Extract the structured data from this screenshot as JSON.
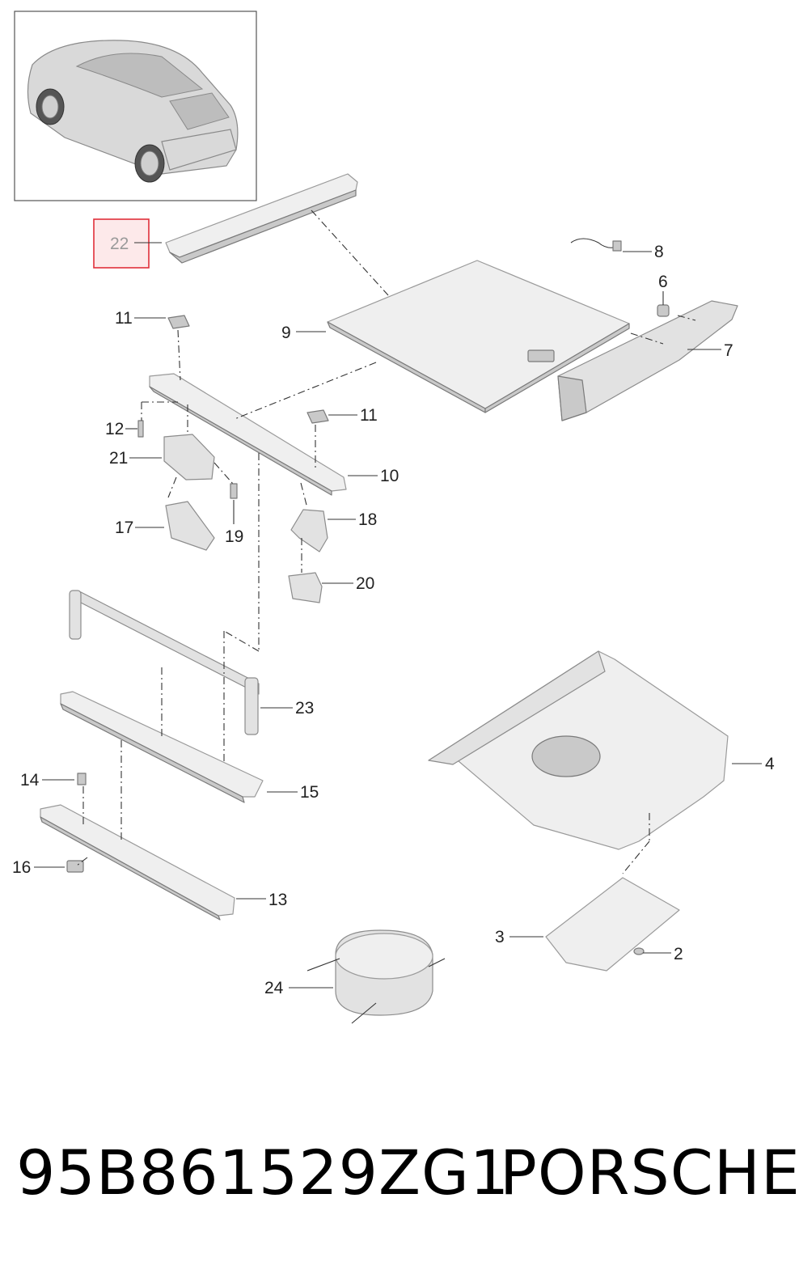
{
  "diagram": {
    "highlighted_callout": "22",
    "highlight_color": "#e0303a",
    "callouts": [
      "22",
      "11",
      "12",
      "21",
      "17",
      "19",
      "18",
      "20",
      "10",
      "9",
      "8",
      "6",
      "7",
      "23",
      "15",
      "14",
      "16",
      "13",
      "4",
      "3",
      "2",
      "24",
      "11"
    ]
  },
  "footer": {
    "part_number": "95B861529ZG1",
    "brand": "PORSCHE"
  }
}
